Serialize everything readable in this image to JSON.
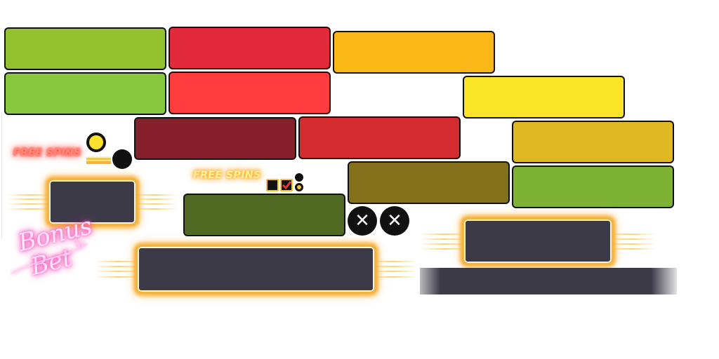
{
  "free_spins_label_red": "FREE SPINS",
  "free_spins_label_yellow": "FREE SPINS",
  "logo": {
    "line1": "Bonus",
    "line2": "Bet"
  },
  "close_glyph": "✕",
  "icons": [
    "close-icon",
    "checkbox-checked-icon",
    "checkbox-empty-icon",
    "radio-icon"
  ],
  "colors": {
    "olive_green": "#94c12f",
    "light_green": "#87c83e",
    "crimson": "#e22a3a",
    "bright_red": "#ff3d3f",
    "amber": "#fab818",
    "yellow": "#fbe424",
    "maroon": "#84212a",
    "red": "#d52c2f",
    "gold": "#e0b823",
    "dark_olive": "#85701c",
    "grass_green": "#7db233",
    "forest_green": "#4f6922",
    "panel_dark": "#3d3a48",
    "frame_gold": "#f3b442",
    "neon_pink": "#ff3fb4"
  }
}
